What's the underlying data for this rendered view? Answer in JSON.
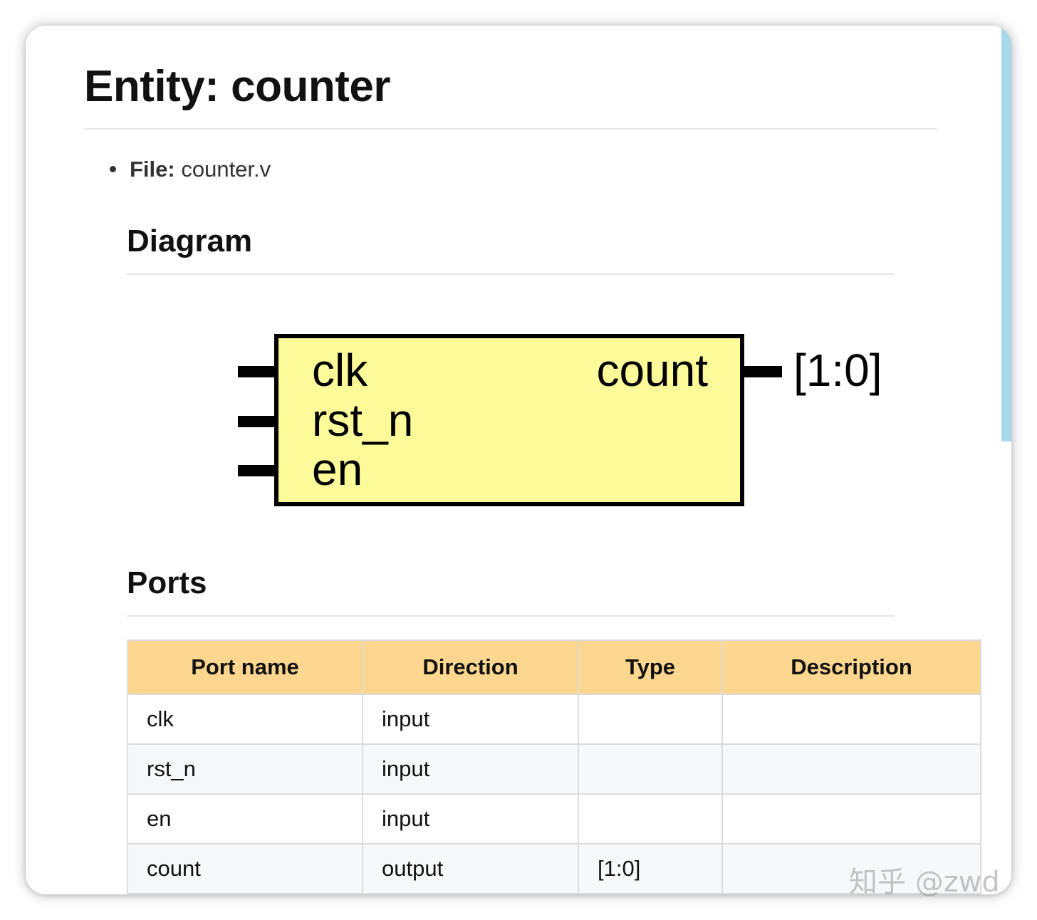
{
  "entity": {
    "title": "Entity: counter",
    "file_label": "File:",
    "file_value": " counter.v"
  },
  "sections": {
    "diagram_title": "Diagram",
    "ports_title": "Ports"
  },
  "diagram": {
    "inputs": [
      "clk",
      "rst_n",
      "en"
    ],
    "outputs": [
      {
        "name": "count",
        "width": "[1:0]"
      }
    ],
    "block_fill": "#fdfb99",
    "block_stroke": "#000000"
  },
  "ports_table": {
    "header_color": "#fdd68f",
    "headers": [
      "Port name",
      "Direction",
      "Type",
      "Description"
    ],
    "rows": [
      [
        "clk",
        "input",
        "",
        ""
      ],
      [
        "rst_n",
        "input",
        "",
        ""
      ],
      [
        "en",
        "input",
        "",
        ""
      ],
      [
        "count",
        "output",
        "[1:0]",
        ""
      ]
    ]
  },
  "watermark": "知乎 @zwd"
}
